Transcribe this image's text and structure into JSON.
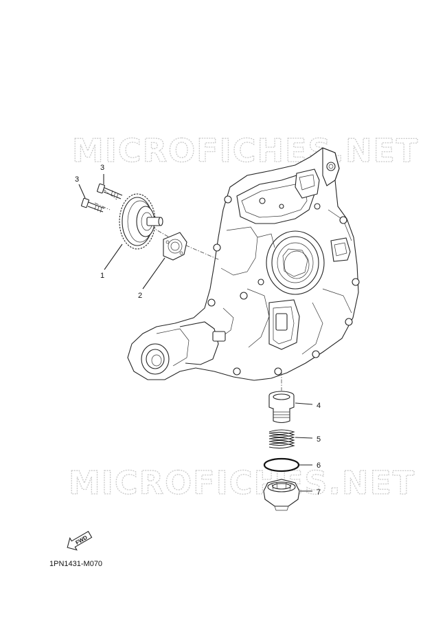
{
  "watermark": "MICROFICHES.NET",
  "callouts": [
    {
      "id": "1",
      "label": "1"
    },
    {
      "id": "2",
      "label": "2"
    },
    {
      "id": "3a",
      "label": "3"
    },
    {
      "id": "3b",
      "label": "3"
    },
    {
      "id": "4",
      "label": "4"
    },
    {
      "id": "5",
      "label": "5"
    },
    {
      "id": "6",
      "label": "6"
    },
    {
      "id": "7",
      "label": "7"
    }
  ],
  "fwd_label": "FWD",
  "diagram_code": "1PN1431-M070"
}
